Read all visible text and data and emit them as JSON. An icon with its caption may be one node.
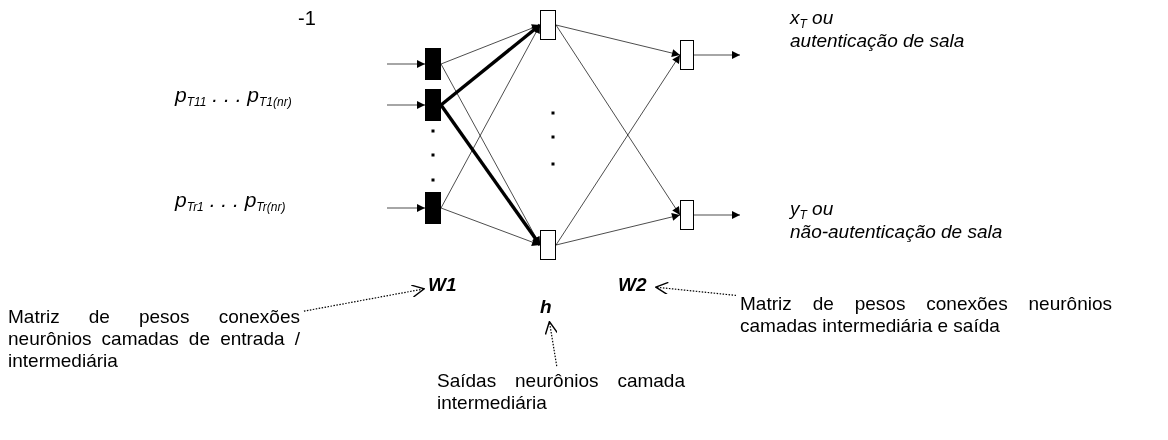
{
  "diagram": {
    "nodes": [
      {
        "text": [],
        "shape": "box"
      },
      {
        "text": [],
        "shape": "box"
      },
      {
        "text": [],
        "shape": "box"
      },
      {
        "text": [],
        "shape": "box"
      },
      {
        "text": [],
        "shape": "box"
      },
      {
        "text": [],
        "shape": "box"
      },
      {
        "text": [],
        "shape": "box"
      },
      {
        "text": [
          "W1"
        ]
      },
      {
        "text": [
          "h"
        ]
      },
      {
        "text": [
          "W2"
        ]
      },
      {
        "text": [
          "Matriz de pesos conexões neurônios camadas de entrada / intermediária"
        ]
      },
      {
        "text": [
          "Saídas neurônios camada intermediária"
        ]
      },
      {
        "text": [
          "Matriz de pesos conexões neurônios camadas intermediária e saída"
        ]
      }
    ],
    "edges": [
      {
        "from": null,
        "to": 0,
        "arrow": "to"
      },
      {
        "from": null,
        "to": 1,
        "arrow": "to"
      },
      {
        "from": null,
        "to": 2,
        "arrow": "to"
      },
      {
        "from": 0,
        "to": 3,
        "arrow": "to"
      },
      {
        "from": 0,
        "to": 4,
        "arrow": "to"
      },
      {
        "from": 1,
        "to": 3,
        "arrow": "to",
        "style": "thick"
      },
      {
        "from": 1,
        "to": 4,
        "arrow": "to",
        "style": "thick"
      },
      {
        "from": 2,
        "to": 3,
        "arrow": "to"
      },
      {
        "from": 2,
        "to": 4,
        "arrow": "to"
      },
      {
        "from": 3,
        "to": 5,
        "arrow": "to"
      },
      {
        "from": 3,
        "to": 6,
        "arrow": "to"
      },
      {
        "from": 4,
        "to": 5,
        "arrow": "to"
      },
      {
        "from": 4,
        "to": 6,
        "arrow": "to"
      },
      {
        "from": 5,
        "to": null,
        "arrow": "to"
      },
      {
        "from": 6,
        "to": null,
        "arrow": "to"
      },
      {
        "from": 10,
        "to": 7,
        "arrow": "to",
        "style": "dashed"
      },
      {
        "from": 11,
        "to": 8,
        "arrow": "to",
        "style": "dashed"
      },
      {
        "from": 12,
        "to": 9,
        "arrow": "to",
        "style": "dashed"
      }
    ],
    "labels": [
      "-1",
      "p$_{T11}$ . . . p$_{T1(nr)}$",
      "p$_{Tr1}$ . . . p$_{Tr(nr)}$",
      "x$_{T}$ ou",
      "autenticação de sala",
      "y$_{T}$ ou",
      "não-autenticação de sala"
    ]
  }
}
